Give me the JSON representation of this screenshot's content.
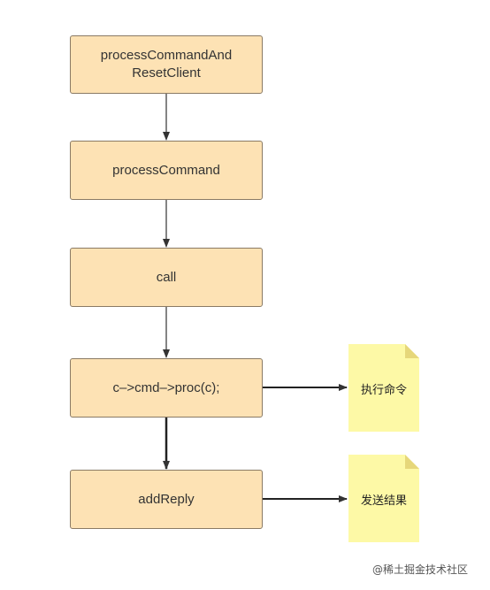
{
  "flow": {
    "nodes": [
      {
        "label": "processCommandAnd\nResetClient"
      },
      {
        "label": "processCommand"
      },
      {
        "label": "call"
      },
      {
        "label": "c–>cmd–>proc(c);"
      },
      {
        "label": "addReply"
      }
    ],
    "notes": [
      {
        "label": "执行命令"
      },
      {
        "label": "发送结果"
      }
    ]
  },
  "colors": {
    "node_fill": "#fde2b4",
    "node_border": "#8a7a64",
    "note_fill": "#fdf9a6",
    "note_fold": "#e6d77a",
    "arrow": "#333333"
  },
  "watermark": "@稀土掘金技术社区"
}
